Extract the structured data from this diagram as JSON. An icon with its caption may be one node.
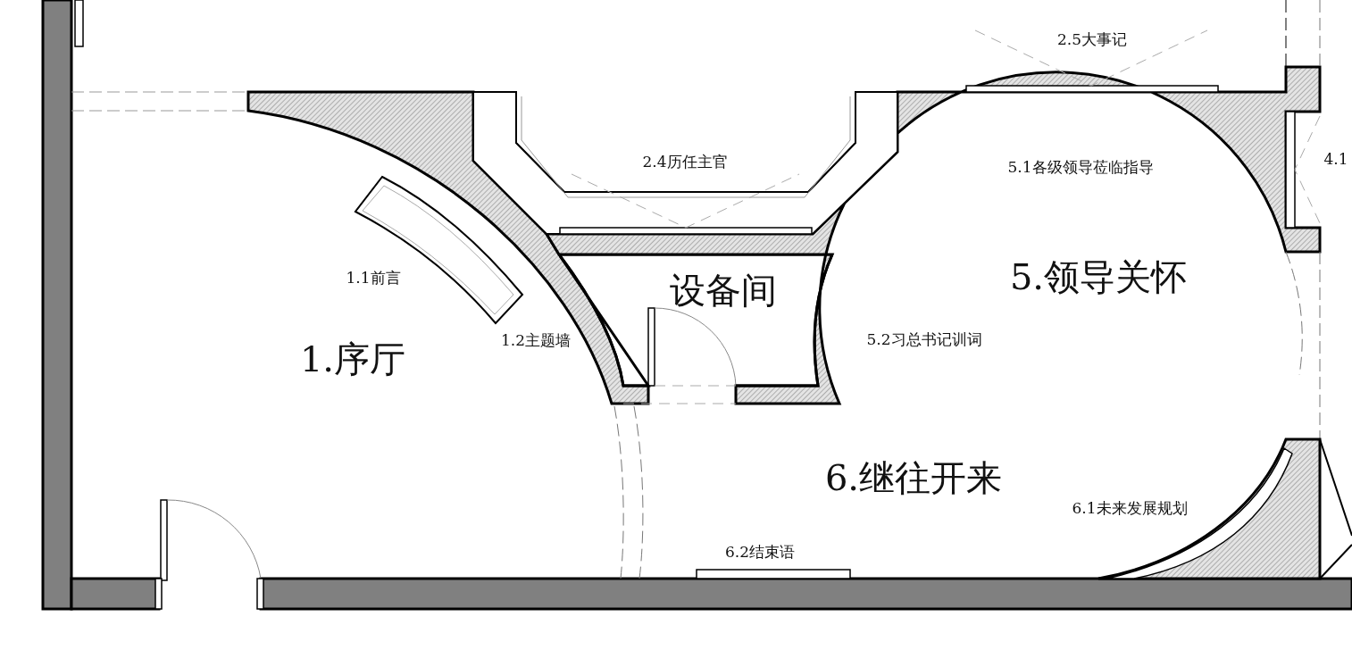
{
  "diagram": {
    "nodes": [
      {
        "text": [
          "设备间"
        ]
      }
    ],
    "labels": [
      "2.5大事记",
      "2.4历任主官",
      "5.1各级领导莅临指导",
      "4.1",
      "1.1前言",
      "5.领导关怀",
      "1.2主题墙",
      "5.2习总书记训词",
      "1.序厅",
      "6.继往开来",
      "6.1未来发展规划",
      "6.2结束语"
    ]
  }
}
